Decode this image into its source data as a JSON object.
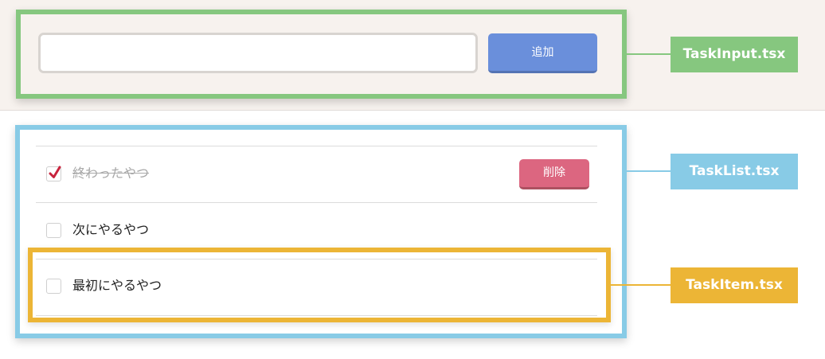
{
  "colors": {
    "task_input": "#86c77f",
    "task_list": "#88cbe6",
    "task_item": "#ecb536",
    "add_button": "#6a8fdb",
    "delete_button": "#dc6680",
    "top_background": "#f7f2ee"
  },
  "task_input": {
    "value": "",
    "placeholder": "",
    "add_label": "追加"
  },
  "tasks": [
    {
      "text": "終わったやつ",
      "done": true,
      "delete_label": "削除"
    },
    {
      "text": "次にやるやつ",
      "done": false
    },
    {
      "text": "最初にやるやつ",
      "done": false
    }
  ],
  "component_labels": {
    "input": "TaskInput.tsx",
    "list": "TaskList.tsx",
    "item": "TaskItem.tsx"
  }
}
